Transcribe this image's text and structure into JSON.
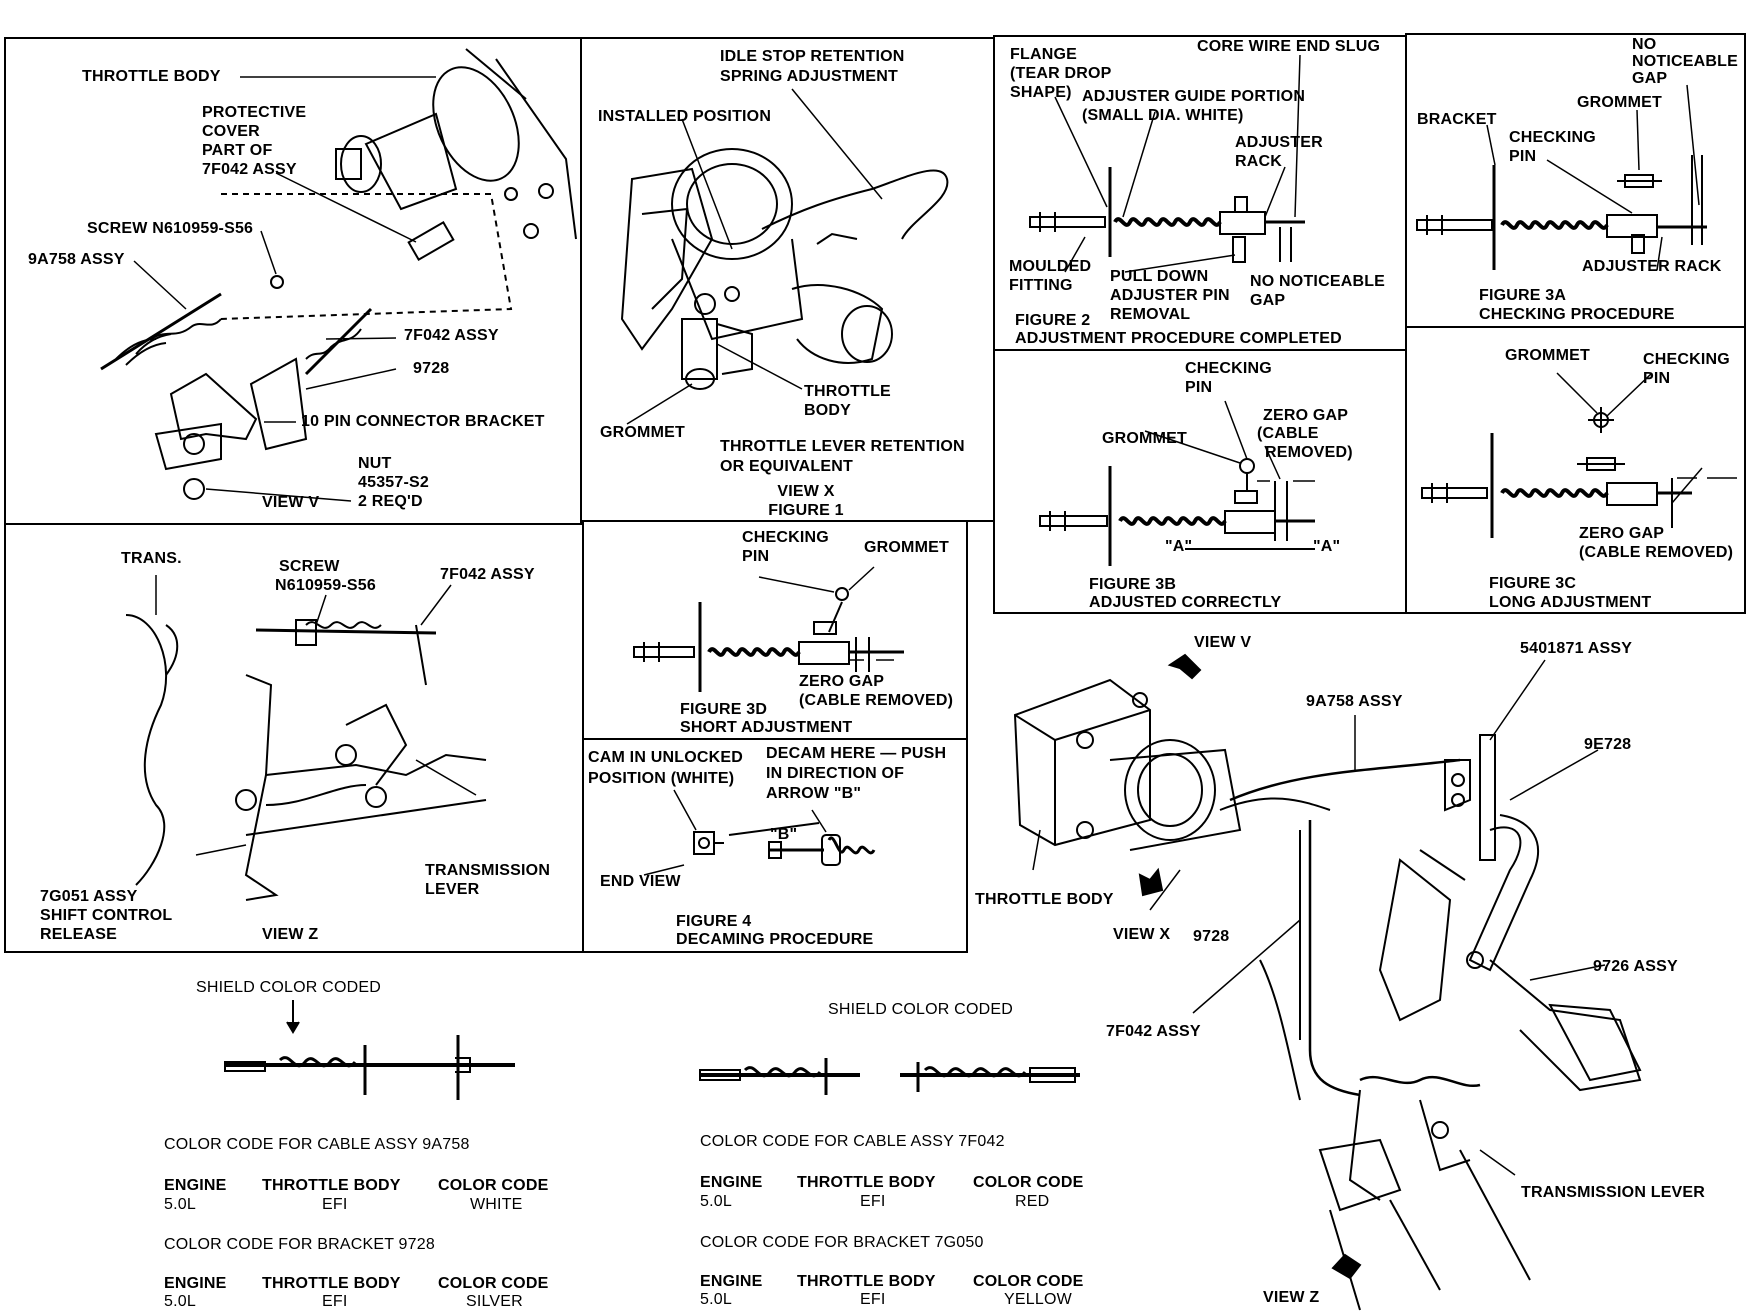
{
  "view_v": {
    "throttle_body": "THROTTLE BODY",
    "protective_cover": [
      "PROTECTIVE",
      "COVER",
      "PART OF",
      "7F042 ASSY"
    ],
    "screw": "SCREW N610959-S56",
    "cable_9a758": "9A758 ASSY",
    "assy_7f042": "7F042 ASSY",
    "bracket_9728": "9728",
    "connector_bracket": "10 PIN CONNECTOR BRACKET",
    "nut": [
      "NUT",
      "45357-S2",
      "2 REQ'D"
    ],
    "view": "VIEW V"
  },
  "view_x": {
    "idle_stop": [
      "IDLE STOP RETENTION",
      "SPRING ADJUSTMENT"
    ],
    "installed": "INSTALLED POSITION",
    "throttle_body": [
      "THROTTLE",
      "BODY"
    ],
    "grommet": "GROMMET",
    "retention": [
      "THROTTLE LEVER RETENTION",
      "OR EQUIVALENT"
    ],
    "view": [
      "VIEW X",
      "FIGURE 1"
    ]
  },
  "fig2": {
    "flange": [
      "FLANGE",
      "(TEAR DROP",
      "SHAPE)"
    ],
    "core_wire": "CORE WIRE END SLUG",
    "guide": [
      "ADJUSTER GUIDE PORTION",
      "(SMALL DIA. WHITE)"
    ],
    "rack": [
      "ADJUSTER",
      "RACK"
    ],
    "moulded": [
      "MOULDED",
      "FITTING"
    ],
    "pull_down": [
      "PULL DOWN",
      "ADJUSTER PIN",
      "REMOVAL"
    ],
    "no_gap": [
      "NO NOTICEABLE",
      "GAP"
    ],
    "caption": [
      "FIGURE 2",
      "ADJUSTMENT PROCEDURE COMPLETED"
    ]
  },
  "fig3a": {
    "no_gap": [
      "NO",
      "NOTICEABLE",
      "GAP"
    ],
    "grommet": "GROMMET",
    "bracket": "BRACKET",
    "checking": [
      "CHECKING",
      "PIN"
    ],
    "rack": "ADJUSTER RACK",
    "caption": [
      "FIGURE 3A",
      "CHECKING PROCEDURE"
    ]
  },
  "fig3b": {
    "checking": [
      "CHECKING",
      "PIN"
    ],
    "zero_gap": [
      "ZERO GAP",
      "(CABLE",
      "REMOVED)"
    ],
    "grommet": "GROMMET",
    "a1": "\"A\"",
    "a2": "\"A\"",
    "caption": [
      "FIGURE 3B",
      "ADJUSTED CORRECTLY"
    ]
  },
  "fig3c": {
    "grommet": "GROMMET",
    "checking": [
      "CHECKING",
      "PIN"
    ],
    "zero_gap": [
      "ZERO GAP",
      "(CABLE REMOVED)"
    ],
    "caption": [
      "FIGURE 3C",
      "LONG ADJUSTMENT"
    ]
  },
  "view_z": {
    "trans": "TRANS.",
    "screw": [
      "SCREW",
      "N610959-S56"
    ],
    "assy": "7F042 ASSY",
    "shift": [
      "7G051 ASSY",
      "SHIFT CONTROL",
      "RELEASE"
    ],
    "lever": [
      "TRANSMISSION",
      "LEVER"
    ],
    "view": "VIEW Z"
  },
  "fig3d": {
    "checking": [
      "CHECKING",
      "PIN"
    ],
    "grommet": "GROMMET",
    "zero_gap": [
      "ZERO GAP",
      "(CABLE REMOVED)"
    ],
    "caption": [
      "FIGURE 3D",
      "SHORT ADJUSTMENT"
    ]
  },
  "fig4": {
    "cam": [
      "CAM IN UNLOCKED",
      "POSITION (WHITE)"
    ],
    "decam": [
      "DECAM HERE — PUSH",
      "IN DIRECTION OF",
      "ARROW \"B\""
    ],
    "b": "\"B\"",
    "end_view": "END VIEW",
    "caption": [
      "FIGURE 4",
      "DECAMING PROCEDURE"
    ]
  },
  "overview": {
    "view_v": "VIEW V",
    "assy_5401871": "5401871 ASSY",
    "cable_9a758": "9A758 ASSY",
    "e9728": "9E728",
    "throttle_body": "THROTTLE BODY",
    "view_x": "VIEW X",
    "b9728": "9728",
    "assy_9726": "9726 ASSY",
    "assy_7f042": "7F042 ASSY",
    "trans_lever": "TRANSMISSION LEVER",
    "view_z": "VIEW Z"
  },
  "color_left": {
    "shield": "SHIELD COLOR CODED",
    "cable_title": "COLOR CODE FOR CABLE ASSY 9A758",
    "headers": [
      "ENGINE",
      "THROTTLE BODY",
      "COLOR CODE"
    ],
    "cable_row": [
      "5.0L",
      "EFI",
      "WHITE"
    ],
    "bracket_title": "COLOR CODE FOR BRACKET 9728",
    "bracket_row": [
      "5.0L",
      "EFI",
      "SILVER"
    ]
  },
  "color_right": {
    "shield": "SHIELD COLOR CODED",
    "cable_title": "COLOR CODE FOR CABLE ASSY 7F042",
    "headers": [
      "ENGINE",
      "THROTTLE BODY",
      "COLOR CODE"
    ],
    "cable_row": [
      "5.0L",
      "EFI",
      "RED"
    ],
    "bracket_title": "COLOR CODE FOR BRACKET 7G050",
    "bracket_row": [
      "5.0L",
      "EFI",
      "YELLOW"
    ]
  }
}
